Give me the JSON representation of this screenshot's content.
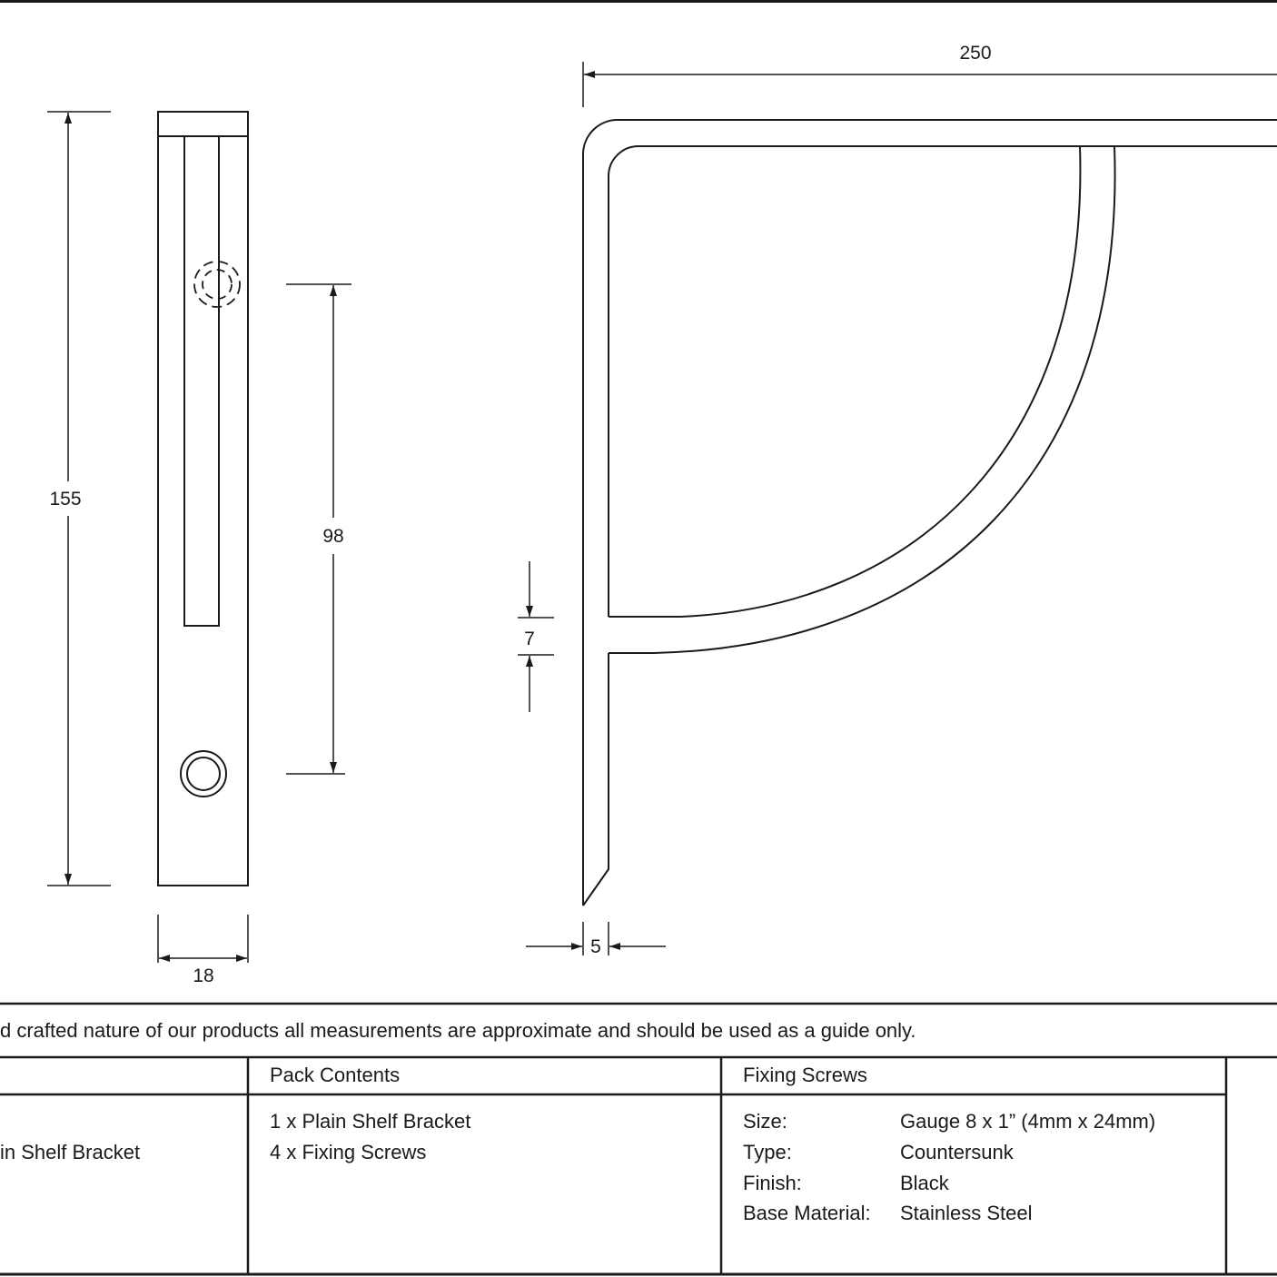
{
  "dimensions": {
    "height": "155",
    "slot_spacing": "98",
    "width": "18",
    "length": "250",
    "arm_thickness": "7",
    "material_thickness": "5"
  },
  "disclaimer": "d crafted nature of our products all measurements are approximate and should be used as a guide only.",
  "table": {
    "product_cell": "in Shelf Bracket",
    "pack_contents": {
      "header": "Pack Contents",
      "items": [
        "1 x Plain Shelf Bracket",
        "4 x Fixing Screws"
      ]
    },
    "fixing_screws": {
      "header": "Fixing Screws",
      "rows": [
        {
          "label": "Size:",
          "value": "Gauge 8 x 1” (4mm x 24mm)"
        },
        {
          "label": "Type:",
          "value": "Countersunk"
        },
        {
          "label": "Finish:",
          "value": "Black"
        },
        {
          "label": "Base Material:",
          "value": "Stainless Steel"
        }
      ]
    }
  }
}
